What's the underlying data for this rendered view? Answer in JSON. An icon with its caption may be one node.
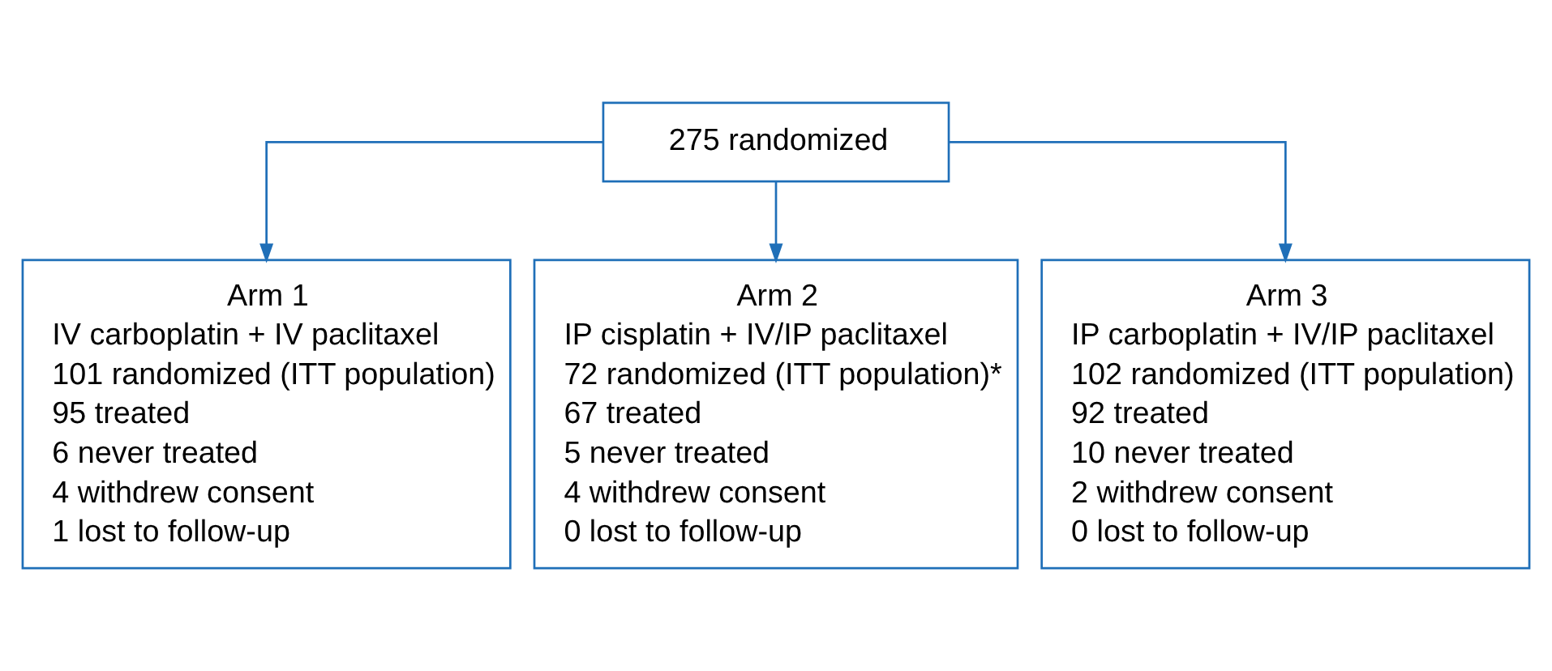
{
  "diagram": {
    "nodes": [
      {
        "text": [
          "275 randomized"
        ]
      },
      {
        "text": [
          "Arm 1",
          "IV carboplatin + IV paclitaxel",
          "101 randomized (ITT population)",
          "95 treated",
          "6 never treated",
          "4 withdrew consent",
          "1 lost to follow-up"
        ]
      },
      {
        "text": [
          "Arm 2",
          "IP cisplatin + IV/IP paclitaxel",
          "72 randomized (ITT population)*",
          "67 treated",
          "5 never treated",
          "4 withdrew consent",
          "0 lost to follow-up"
        ]
      },
      {
        "text": [
          "Arm 3",
          "IP carboplatin + IV/IP paclitaxel",
          "102 randomized (ITT population)",
          "92 treated",
          "10 never treated",
          "2 withdrew consent",
          "0 lost to follow-up"
        ]
      }
    ],
    "edges": [
      {
        "from": 0,
        "to": 1,
        "arrow": "to"
      },
      {
        "from": 0,
        "to": 2,
        "arrow": "to"
      },
      {
        "from": 0,
        "to": 3,
        "arrow": "to"
      }
    ]
  }
}
